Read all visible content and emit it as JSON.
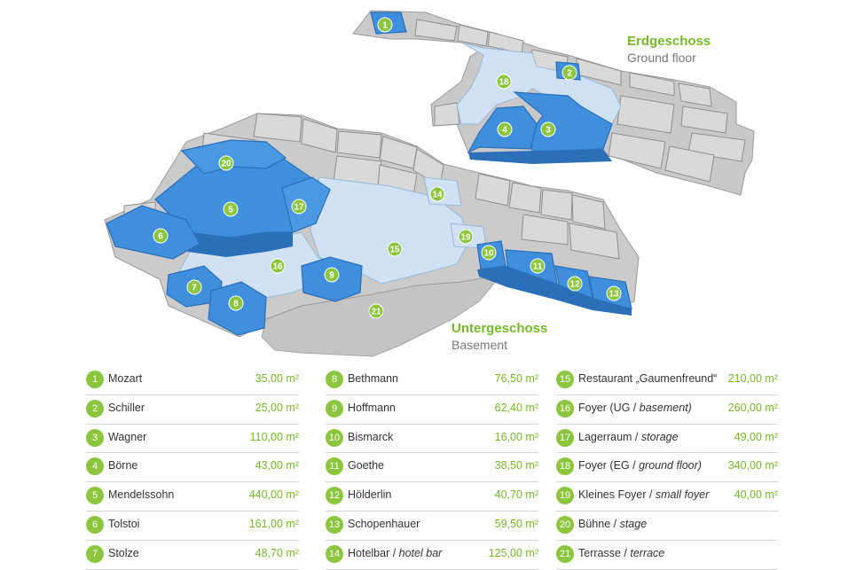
{
  "floors": {
    "ground": {
      "title": "Erdgeschoss",
      "subtitle": "Ground floor"
    },
    "basement": {
      "title": "Untergeschoss",
      "subtitle": "Basement"
    }
  },
  "colors": {
    "room_blue": "#3f8fdc",
    "room_blue_dark": "#2a6fb8",
    "foyer_light": "#cfe1f2",
    "wall_gray": "#b9b9b9",
    "wall_dark": "#8f8f8f",
    "floor_gray": "#c8c8c8",
    "badge_green": "#8cc63f",
    "text_green": "#76b82a"
  },
  "map_badges": [
    {
      "n": "1"
    },
    {
      "n": "2"
    },
    {
      "n": "3"
    },
    {
      "n": "4"
    },
    {
      "n": "5"
    },
    {
      "n": "6"
    },
    {
      "n": "7"
    },
    {
      "n": "8"
    },
    {
      "n": "9"
    },
    {
      "n": "10"
    },
    {
      "n": "11"
    },
    {
      "n": "12"
    },
    {
      "n": "13"
    },
    {
      "n": "14"
    },
    {
      "n": "15"
    },
    {
      "n": "16"
    },
    {
      "n": "17"
    },
    {
      "n": "18"
    },
    {
      "n": "19"
    },
    {
      "n": "20"
    },
    {
      "n": "21"
    }
  ],
  "legend": {
    "columns": [
      [
        {
          "num": "1",
          "name": "Mozart",
          "name_en": "",
          "area": "35,00 m²"
        },
        {
          "num": "2",
          "name": "Schiller",
          "name_en": "",
          "area": "25,00 m²"
        },
        {
          "num": "3",
          "name": "Wagner",
          "name_en": "",
          "area": "110,00 m²"
        },
        {
          "num": "4",
          "name": "Börne",
          "name_en": "",
          "area": "43,00 m²"
        },
        {
          "num": "5",
          "name": "Mendelssohn",
          "name_en": "",
          "area": "440,00 m²"
        },
        {
          "num": "6",
          "name": "Tolstoi",
          "name_en": "",
          "area": "161,00 m²"
        },
        {
          "num": "7",
          "name": "Stolze",
          "name_en": "",
          "area": "48,70 m²"
        }
      ],
      [
        {
          "num": "8",
          "name": "Bethmann",
          "name_en": "",
          "area": "76,50 m²"
        },
        {
          "num": "9",
          "name": "Hoffmann",
          "name_en": "",
          "area": "62,40 m²"
        },
        {
          "num": "10",
          "name": "Bismarck",
          "name_en": "",
          "area": "16,00 m²"
        },
        {
          "num": "11",
          "name": "Goethe",
          "name_en": "",
          "area": "38,50 m²"
        },
        {
          "num": "12",
          "name": "Hölderlin",
          "name_en": "",
          "area": "40,70 m²"
        },
        {
          "num": "13",
          "name": "Schopenhauer",
          "name_en": "",
          "area": "59,50 m²"
        },
        {
          "num": "14",
          "name": "Hotelbar / ",
          "name_en": "hotel bar",
          "area": "125,00 m²"
        }
      ],
      [
        {
          "num": "15",
          "name": "Restaurant „Gaumenfreund“",
          "name_en": "",
          "area": "210,00 m²"
        },
        {
          "num": "16",
          "name": "Foyer (UG / ",
          "name_en": "basement)",
          "area": "260,00 m²"
        },
        {
          "num": "17",
          "name": "Lagerraum / ",
          "name_en": "storage",
          "area": "49,00 m²"
        },
        {
          "num": "18",
          "name": "Foyer (EG / ",
          "name_en": "ground floor)",
          "area": "340,00 m²"
        },
        {
          "num": "19",
          "name": "Kleines Foyer / ",
          "name_en": "small foyer",
          "area": "40,00 m²"
        },
        {
          "num": "20",
          "name": "Bühne / ",
          "name_en": "stage",
          "area": ""
        },
        {
          "num": "21",
          "name": "Terrasse / ",
          "name_en": "terrace",
          "area": ""
        }
      ]
    ]
  }
}
